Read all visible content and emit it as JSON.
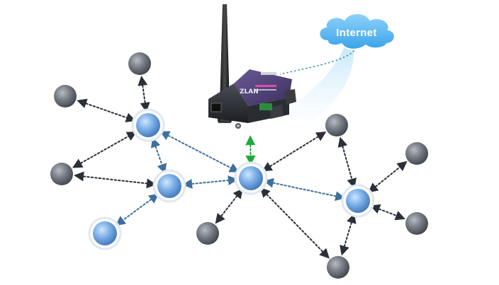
{
  "cloud": {
    "label": "Internet"
  },
  "device": {
    "logo_text": "ZLAN"
  },
  "colors": {
    "link_blue": "#3f6f9c",
    "link_dark": "#2b2f38",
    "link_green": "#1faa3a",
    "node_blue": "#6aa2dd",
    "node_gray": "#6e737c",
    "cloud": "#5bb6ee",
    "device_body": "#4a3c6e"
  },
  "diagram": {
    "nodes": [
      {
        "id": "g1",
        "kind": "gray"
      },
      {
        "id": "g2",
        "kind": "gray"
      },
      {
        "id": "g3",
        "kind": "gray"
      },
      {
        "id": "g4",
        "kind": "gray"
      },
      {
        "id": "g5",
        "kind": "gray"
      },
      {
        "id": "g6",
        "kind": "gray"
      },
      {
        "id": "g7",
        "kind": "gray"
      },
      {
        "id": "g8",
        "kind": "gray"
      },
      {
        "id": "g9",
        "kind": "gray"
      },
      {
        "id": "b1",
        "kind": "blue"
      },
      {
        "id": "b2",
        "kind": "blue"
      },
      {
        "id": "b3",
        "kind": "blue"
      },
      {
        "id": "b4",
        "kind": "blue"
      },
      {
        "id": "b5",
        "kind": "blue"
      },
      {
        "id": "gw",
        "kind": "gateway"
      }
    ],
    "links": [
      {
        "from": "g1",
        "to": "b1",
        "style": "dark"
      },
      {
        "from": "g2",
        "to": "b1",
        "style": "dark"
      },
      {
        "from": "g3",
        "to": "b1",
        "style": "dark"
      },
      {
        "from": "g3",
        "to": "b2",
        "style": "dark"
      },
      {
        "from": "b1",
        "to": "b2",
        "style": "blue"
      },
      {
        "from": "b1",
        "to": "b3",
        "style": "blue"
      },
      {
        "from": "b2",
        "to": "b3",
        "style": "blue"
      },
      {
        "from": "b2",
        "to": "b4",
        "style": "blue"
      },
      {
        "from": "g4",
        "to": "b4",
        "style": "dark"
      },
      {
        "from": "b3",
        "to": "g5",
        "style": "dark"
      },
      {
        "from": "b3",
        "to": "g6",
        "style": "dark"
      },
      {
        "from": "b3",
        "to": "g7",
        "style": "dark"
      },
      {
        "from": "b3",
        "to": "b5",
        "style": "blue"
      },
      {
        "from": "g6",
        "to": "b5",
        "style": "dark"
      },
      {
        "from": "b5",
        "to": "g8",
        "style": "dark"
      },
      {
        "from": "b5",
        "to": "g9",
        "style": "dark"
      },
      {
        "from": "b5",
        "to": "g7",
        "style": "dark"
      },
      {
        "from": "gw",
        "to": "b3",
        "style": "green"
      }
    ]
  }
}
